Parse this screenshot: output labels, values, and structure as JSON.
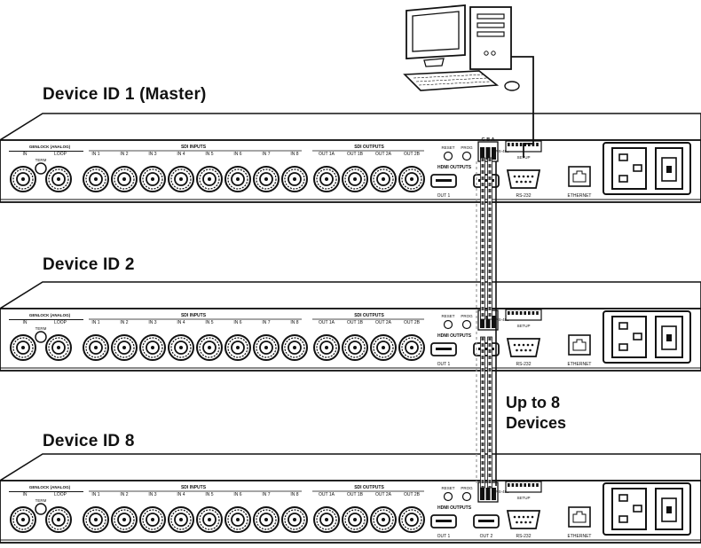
{
  "devices": [
    {
      "title": "Device ID 1 (Master)",
      "hdmi_outputs": [
        "OUT 1"
      ]
    },
    {
      "title": "Device ID 2",
      "hdmi_outputs": [
        "OUT 1"
      ]
    },
    {
      "title": "Device ID 8",
      "hdmi_outputs": [
        "OUT 1",
        "OUT 2"
      ]
    }
  ],
  "panel": {
    "genlock_label": "GENLOCK (ANALOG)",
    "genlock_ports": [
      "IN",
      "LOOP"
    ],
    "term_label": "TERM",
    "sdi_inputs_label": "SDI INPUTS",
    "sdi_inputs": [
      "IN 1",
      "IN 2",
      "IN 3",
      "IN 4",
      "IN 5",
      "IN 6",
      "IN 7",
      "IN 8"
    ],
    "sdi_outputs_label": "SDI OUTPUTS",
    "sdi_outputs": [
      "OUT 1A",
      "OUT 1B",
      "OUT 2A",
      "OUT 2B"
    ],
    "reset_label": "RESET",
    "prog_label": "PROG",
    "hdmi_outputs_label": "HDMI OUTPUTS",
    "rs485_label": "RS-485",
    "rs485_pins": "G B A",
    "setup_label": "SETUP",
    "rs232_label": "RS-232",
    "ethernet_label": "ETHERNET"
  },
  "note": {
    "line1": "Up to 8",
    "line2": "Devices"
  },
  "icons": [
    "computer-icon",
    "bnc-connector-icon",
    "hdmi-port-icon",
    "db9-port-icon",
    "rj45-port-icon",
    "power-inlet-icon",
    "power-switch-icon"
  ]
}
